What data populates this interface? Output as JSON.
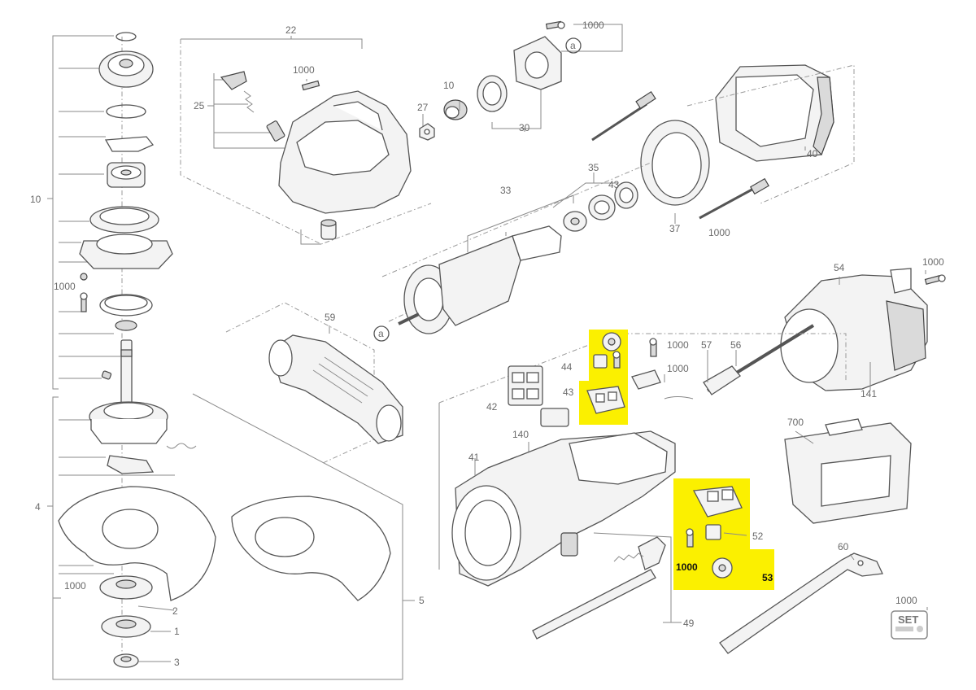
{
  "diagram": {
    "highlight_color": "#fbf000",
    "labels": {
      "p22": "22",
      "p1000_top": "1000",
      "p1000_22": "1000",
      "p25": "25",
      "p10_top": "10",
      "p27": "27",
      "p30": "30",
      "p_a_top": "a",
      "p40": "40",
      "p10_left": "10",
      "p35": "35",
      "p33": "33",
      "p43_right": "43",
      "p37": "37",
      "p1000_37": "1000",
      "p1000_left": "1000",
      "p54": "54",
      "p1000_54": "1000",
      "p59": "59",
      "p_a_mid": "a",
      "p1000_44": "1000",
      "p57": "57",
      "p56": "56",
      "p44": "44",
      "p1000_57": "1000",
      "p42": "42",
      "p43": "43",
      "p141": "141",
      "p140": "140",
      "p700": "700",
      "p41": "41",
      "p4": "4",
      "p52": "52",
      "p1000_52": "1000",
      "p53": "53",
      "p60": "60",
      "p1000_low": "1000",
      "p2": "2",
      "p5": "5",
      "p1": "1",
      "p49": "49",
      "p3": "3",
      "p1000_set": "1000",
      "set_badge": "SET"
    }
  }
}
